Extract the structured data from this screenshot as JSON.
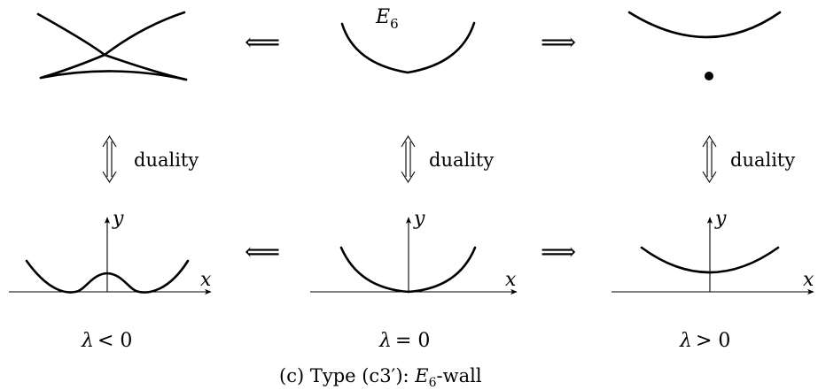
{
  "top_label": {
    "base": "E",
    "sub": "6"
  },
  "arrows": {
    "implies_left": "⟸",
    "implies_right": "⟹"
  },
  "duality_label": "duality",
  "axes": {
    "x_label": "x",
    "y_label": "y"
  },
  "conditions": [
    {
      "lambda": "λ",
      "relation": "< 0"
    },
    {
      "lambda": "λ",
      "relation": "= 0"
    },
    {
      "lambda": "λ",
      "relation": "> 0"
    }
  ],
  "caption": {
    "prefix": "(c) Type (c3′): ",
    "base": "E",
    "sub": "6",
    "suffix": "-wall"
  }
}
